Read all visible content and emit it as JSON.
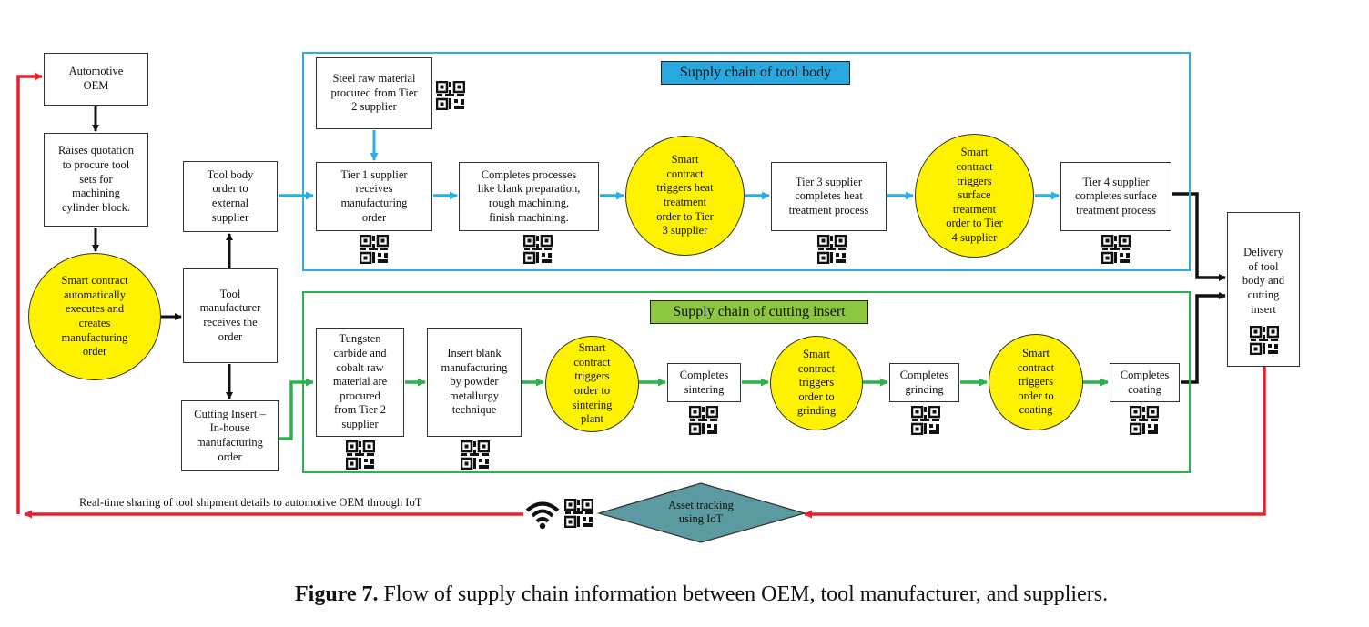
{
  "oem": {
    "automotive_oem": "Automotive\nOEM",
    "raises_quotation": "Raises quotation\nto procure tool\nsets for\nmachining\ncylinder block.",
    "smart_contract_order": "Smart contract\nautomatically\nexecutes and\ncreates\nmanufacturing\norder"
  },
  "tool_manufacturer": {
    "receives_order": "Tool\nmanufacturer\nreceives the\norder",
    "tool_body_order": "Tool body\norder to\nexternal\nsupplier",
    "cutting_insert_order": "Cutting Insert –\nIn-house\nmanufacturing\norder"
  },
  "tool_body_chain": {
    "title": "Supply chain of tool body",
    "title_color": "#29a8e0",
    "border_color": "#29aee6",
    "steel_raw_material": "Steel raw material\nprocured from Tier\n2 supplier",
    "tier1": "Tier 1 supplier\nreceives\nmanufacturing\norder",
    "completes_processes": "Completes processes\nlike blank preparation,\nrough machining,\nfinish machining.",
    "smart_heat": "Smart\ncontract\ntriggers heat\ntreatment\norder to Tier\n3 supplier",
    "tier3": "Tier 3 supplier\ncompletes heat\ntreatment process",
    "smart_surface": "Smart\ncontract\ntriggers\nsurface\ntreatment\norder to Tier\n4 supplier",
    "tier4": "Tier 4 supplier\ncompletes surface\ntreatment process"
  },
  "cutting_insert_chain": {
    "title": "Supply chain of cutting insert",
    "title_color": "#8dc63f",
    "border_color": "#2bb24c",
    "tungsten": "Tungsten\ncarbide and\ncobalt raw\nmaterial are\nprocured\nfrom Tier 2\nsupplier",
    "insert_blank": "Insert blank\nmanufacturing\nby powder\nmetallurgy\ntechnique",
    "smart_sintering": "Smart\ncontract\ntriggers\norder to\nsintering\nplant",
    "completes_sintering": "Completes\nsintering",
    "smart_grinding": "Smart\ncontract\ntriggers\norder to\ngrinding",
    "completes_grinding": "Completes\ngrinding",
    "smart_coating": "Smart\ncontract\ntriggers\norder to\ncoating",
    "completes_coating": "Completes\ncoating"
  },
  "delivery": "Delivery\nof tool\nbody and\ncutting\ninsert",
  "asset_tracking": "Asset tracking\nusing IoT",
  "iot_sharing": "Real-time sharing of tool shipment details to automotive OEM through IoT",
  "caption": {
    "label": "Figure 7.",
    "text": " Flow of supply chain information between OEM, tool manufacturer, and suppliers."
  },
  "colors": {
    "blue_arrow": "#29aee6",
    "green_arrow": "#2bb24c",
    "red_arrow": "#e8202a",
    "black_arrow": "#111111",
    "oval_fill": "#fff200",
    "diamond_fill": "#5b9aa0"
  },
  "icons": [
    "qr-code-icon",
    "wifi-icon"
  ]
}
